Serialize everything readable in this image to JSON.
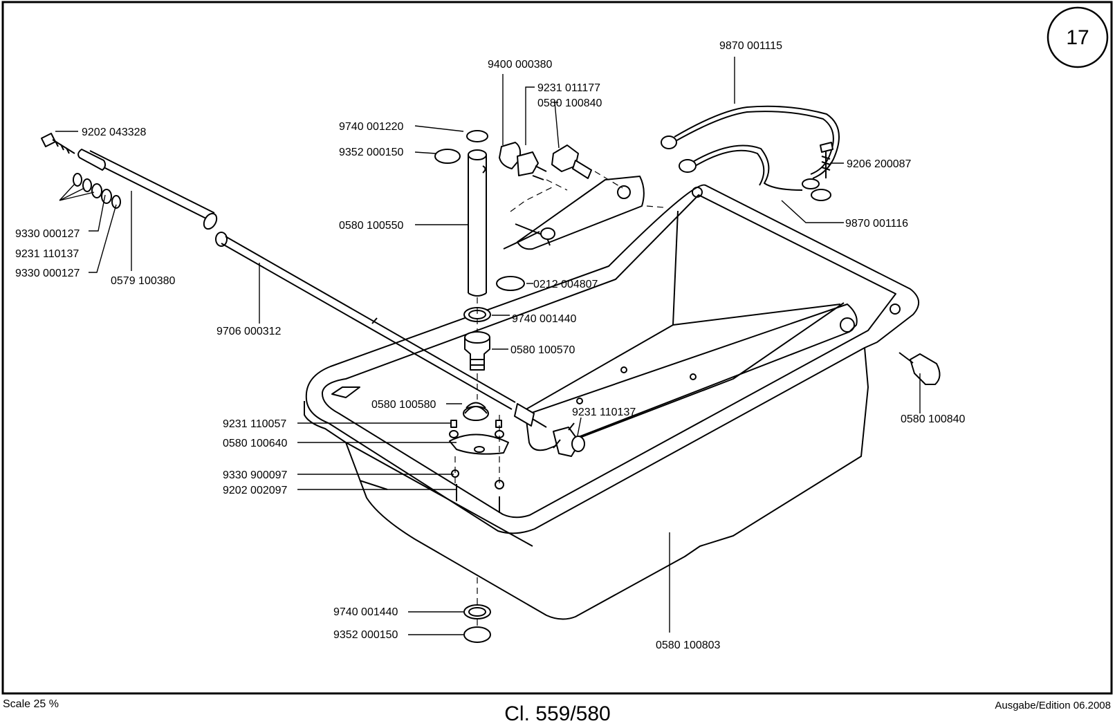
{
  "page_number": "17",
  "footer": {
    "scale": "Scale 25 %",
    "model": "Cl. 559/580",
    "edition": "Ausgabe/Edition 06.2008"
  },
  "part_labels": [
    "9202 043328",
    "9330 000127",
    "9231 110137",
    "9330 000127",
    "0579 100380",
    "9706 000312",
    "9740 001220",
    "9352 000150",
    "9400 000380",
    "9231 011177",
    "0580 100840",
    "0580 100550",
    "0212 004807",
    "9740 001440",
    "0580 100570",
    "0580 100580",
    "9231 110057",
    "0580 100640",
    "9330 900097",
    "9202 002097",
    "9231 110137",
    "9870 001115",
    "9206 200087",
    "9870 001116",
    "0580 100840",
    "0580 100803",
    "9740 001440",
    "9352 000150"
  ]
}
